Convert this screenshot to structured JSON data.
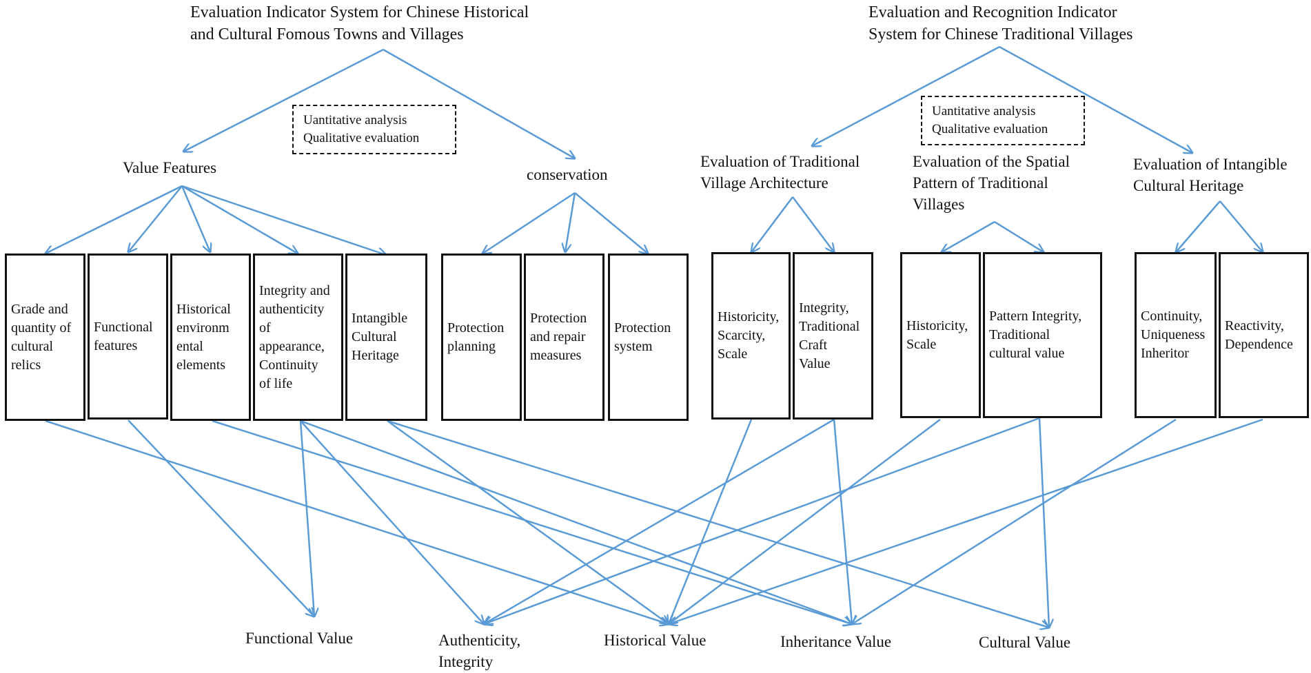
{
  "left_system": {
    "title": "Evaluation Indicator System for Chinese Historical\nand Cultural Fomous Towns and Villages",
    "method_note": "Uantitative analysis\nQualitative evaluation",
    "branch_value_features": "Value Features",
    "branch_conservation": "conservation",
    "value_feature_boxes": [
      "Grade and\nquantity of\ncultural\nrelics",
      "Functional\nfeatures",
      "Historical\nenvironm\nental\nelements",
      "Integrity and\nauthenticity\nof\nappearance,\nContinuity\nof life",
      "Intangible\nCultural\nHeritage"
    ],
    "conservation_boxes": [
      "Protection\nplanning",
      "Protection\nand repair\nmeasures",
      "Protection\nsystem"
    ]
  },
  "right_system": {
    "title": "Evaluation and Recognition Indicator\nSystem for Chinese Traditional Villages",
    "method_note": "Uantitative analysis\nQualitative evaluation",
    "branch_architecture": "Evaluation of Traditional\nVillage Architecture",
    "branch_spatial": "Evaluation of the Spatial\nPattern of Traditional\nVillages",
    "branch_intangible": "Evaluation of Intangible\nCultural Heritage",
    "architecture_boxes": [
      "Historicity,\nScarcity,\nScale",
      "Integrity,\nTraditional\nCraft\nValue"
    ],
    "spatial_boxes": [
      "Historicity,\nScale",
      "Pattern Integrity,\nTraditional\ncultural value"
    ],
    "intangible_boxes": [
      "Continuity,\nUniqueness\nInheritor",
      "Reactivity,\nDependence"
    ]
  },
  "values": {
    "functional": "Functional Value",
    "authenticity": "Authenticity,\nIntegrity",
    "historical": "Historical Value",
    "inheritance": "Inheritance Value",
    "cultural": "Cultural Value"
  },
  "colors": {
    "arrow": "#5b9bd5",
    "box_border": "#111111"
  }
}
